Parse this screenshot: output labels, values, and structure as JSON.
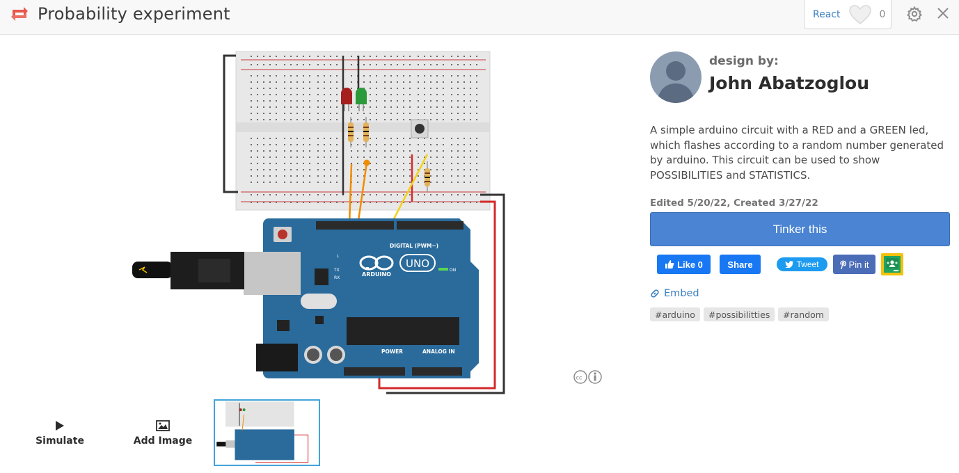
{
  "header": {
    "title": "Probability experiment",
    "react_label": "React",
    "react_count": "0"
  },
  "toolbar": {
    "simulate_label": "Simulate",
    "add_image_label": "Add Image"
  },
  "design": {
    "design_by_label": "design by:",
    "author": "John Abatzoglou",
    "description": "A simple arduino circuit with a RED and a GREEN led, which flashes according to a random number generated by arduino. This circuit can be used to show POSSIBILITIES and STATISTICS.",
    "dates": "Edited 5/20/22, Created 3/27/22",
    "tinker_label": "Tinker this"
  },
  "social": {
    "like_label": "Like 0",
    "share_label": "Share",
    "tweet_label": "Tweet",
    "pin_label": "Pin it"
  },
  "embed_label": "Embed",
  "tags": [
    "#arduino",
    "#possibilitties",
    "#random"
  ],
  "board": {
    "brand": "ARDUINO",
    "model": "UNO",
    "digital_label": "DIGITAL (PWM~)",
    "power_label": "POWER",
    "analog_label": "ANALOG IN",
    "on_label": "ON",
    "tx_label": "TX",
    "rx_label": "RX",
    "l_label": "L"
  },
  "colors": {
    "brand_orange": "#e8584a",
    "tinker_blue": "#4a84d2",
    "arduino_blue": "#2a6b9c",
    "facebook": "#1877f2",
    "twitter": "#1d9bf0"
  }
}
